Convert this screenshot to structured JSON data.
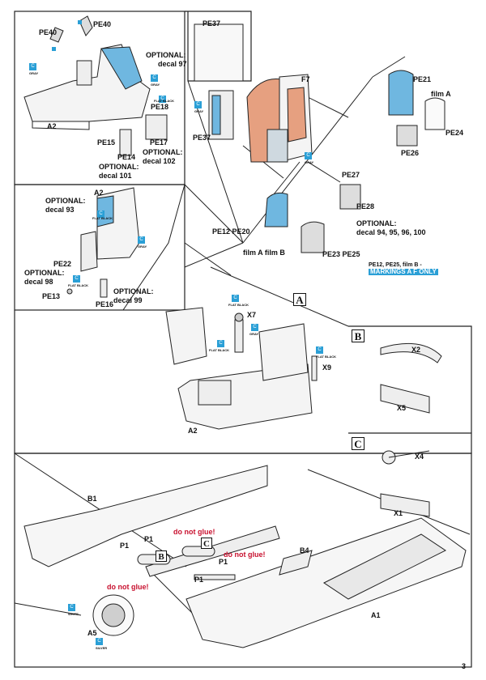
{
  "page": {
    "number": "3"
  },
  "top_left": {
    "pe40_a": "PE40",
    "pe40_b": "PE40",
    "optional_a": "OPTIONAL:",
    "decal_a": "decal 97",
    "pe18": "PE18",
    "a2": "A2",
    "pe15": "PE15",
    "pe17": "PE17",
    "optional_b": "OPTIONAL:",
    "decal_b": "decal 102",
    "pe14": "PE14",
    "optional_c": "OPTIONAL:",
    "decal_c": "decal 101",
    "paint_1": {
      "code": "C",
      "name": "GRAY"
    },
    "paint_2": {
      "code": "C",
      "name": "GRAY"
    },
    "paint_3": {
      "code": "C",
      "name": "FLAT BLACK"
    }
  },
  "mid_left": {
    "a2": "A2",
    "optional_a": "OPTIONAL:",
    "decal_a": "decal 93",
    "pe22": "PE22",
    "optional_b": "OPTIONAL:",
    "decal_b": "decal 98",
    "pe13": "PE13",
    "pe16": "PE16",
    "optional_c": "OPTIONAL:",
    "decal_c": "decal 99",
    "paint_1": {
      "code": "C",
      "name": "FLAT BLACK"
    },
    "paint_2": {
      "code": "C",
      "name": "GRAY"
    },
    "paint_3": {
      "code": "C",
      "name": "FLAT BLACK"
    }
  },
  "top_right": {
    "pe37_inset": "PE37",
    "f7": "F7",
    "pe21": "PE21",
    "film_a_1": "film A",
    "pe37": "PE37",
    "pe24": "PE24",
    "pe26": "PE26",
    "pe27": "PE27",
    "pe28": "PE28",
    "pe12_pe20": "PE12 PE20",
    "optional": "OPTIONAL:",
    "decal": "decal 94, 95, 96, 100",
    "film_a_b": "film A  film B",
    "pe23_pe25": "PE23 PE25",
    "paint_1": {
      "code": "C",
      "name": "GRAY"
    },
    "paint_2": {
      "code": "C",
      "name": "GRAY"
    },
    "markings_note": {
      "title": "PE12, PE25, film B -",
      "body": "MARKINGS A F ONLY"
    }
  },
  "panel_a": {
    "step": "A",
    "x7": "X7",
    "x9": "X9",
    "a2": "A2",
    "paint_1": {
      "code": "C",
      "name": "FLAT BLACK"
    },
    "paint_2": {
      "code": "C",
      "name": "GRAY"
    },
    "paint_3": {
      "code": "C",
      "name": "FLAT BLACK"
    },
    "paint_4": {
      "code": "C",
      "name": "FLAT BLACK"
    }
  },
  "panel_b": {
    "step": "B",
    "x2": "X2",
    "x5": "X5"
  },
  "panel_c": {
    "step": "C",
    "x4": "X4",
    "x1": "X1"
  },
  "bottom": {
    "b1": "B1",
    "p1_a": "P1",
    "p1_b": "P1",
    "p1_c": "P1",
    "p1_d": "P1",
    "b4": "B4",
    "a1": "A1",
    "a5": "A5",
    "warn_1": "do not glue!",
    "warn_2": "do not glue!",
    "warn_3": "do not glue!",
    "ref_c": "C",
    "ref_b": "B",
    "paint_1": {
      "code": "C",
      "name": "WHITE"
    },
    "paint_2": {
      "code": "C",
      "name": "SILVER"
    }
  },
  "colors": {
    "paint_badge": "#2a9fd6",
    "warning": "#c8102e",
    "panel_blue": "#6fb7e0",
    "panel_copper": "#e6a080"
  }
}
